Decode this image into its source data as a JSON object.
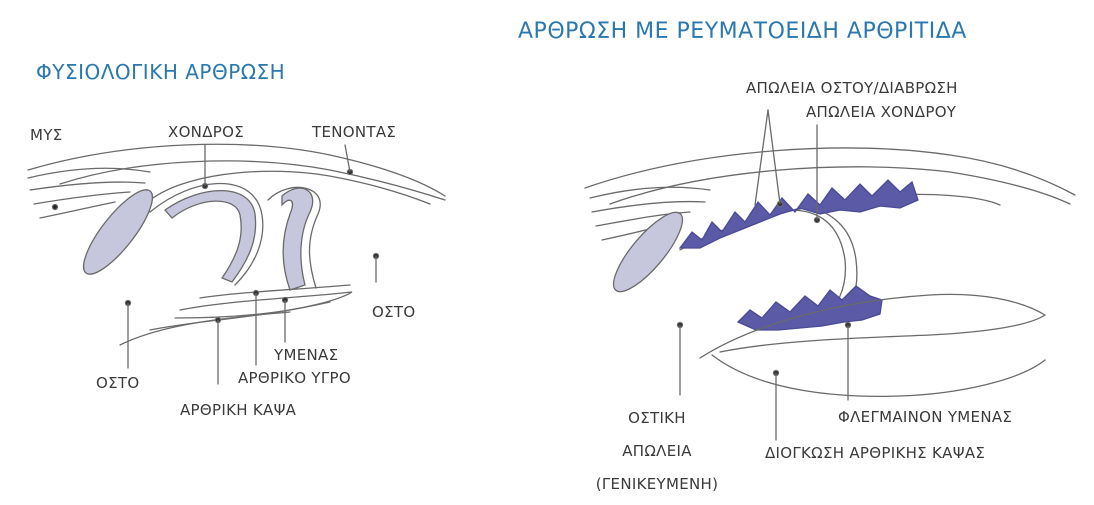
{
  "titles": {
    "normal": "ΦΥΣΙΟΛΟΓΙΚΗ ΑΡΘΡΩΣΗ",
    "ra": "ΑΡΘΡΩΣΗ ΜΕ ΡΕΥΜΑΤΟΕΙΔΗ ΑΡΘΡΙΤΙΔΑ"
  },
  "labels_normal": {
    "muscle": "ΜΥΣ",
    "cartilage": "ΧΟΝΔΡΟΣ",
    "tendon": "ΤΕΝΟΝΤΑΣ",
    "bone_right": "ΟΣΤΟ",
    "bone_left": "ΟΣΤΟ",
    "membrane": "ΥΜΕΝΑΣ",
    "fluid": "ΑΡΘΡΙΚΟ ΥΓΡΟ",
    "capsule": "ΑΡΘΡΙΚΗ ΚΑΨΑ"
  },
  "labels_ra": {
    "bone_erosion": "ΑΠΩΛΕΙΑ ΟΣΤΟΥ/ΔΙΑΒΡΩΣΗ",
    "cartilage_loss": "ΑΠΩΛΕΙΑ ΧΟΝΔΡΟΥ",
    "inflamed_membrane": "ΦΛΕΓΜΑΙΝΟΝ ΥΜΕΝΑΣ",
    "capsule_swelling": "ΔΙΟΓΚΩΣΗ ΑΡΘΡΙΚΗΣ ΚΑΨΑΣ",
    "bone_loss_1": "ΟΣΤΙΚΗ",
    "bone_loss_2": "ΑΠΩΛΕΙΑ",
    "bone_loss_3": "(ΓΕΝΙΚΕΥΜΕΝΗ)"
  },
  "colors": {
    "title": "#2a78b0",
    "outline": "#6a6a6a",
    "cartilage": "#c6c6dd",
    "inflamed": "#5a5aa6",
    "text": "#3a3a3a"
  }
}
